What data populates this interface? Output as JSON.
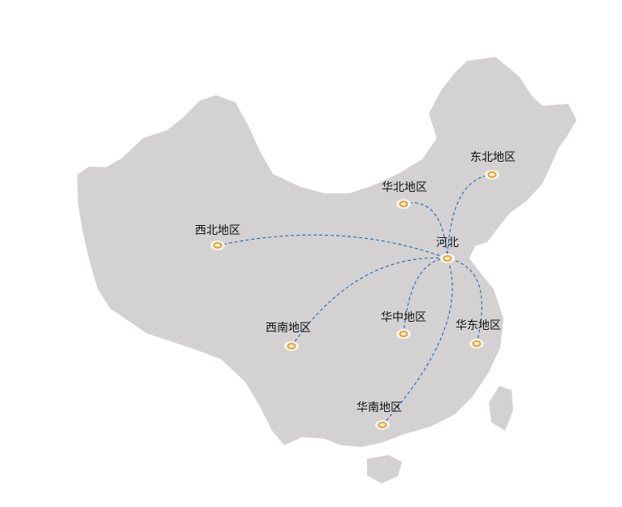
{
  "map": {
    "land_color": "#d3d1d2",
    "line_color": "#2a66b0",
    "marker_color": "#f0a020",
    "center": {
      "id": "hebei",
      "label": "河北"
    },
    "regions": [
      {
        "id": "dongbei",
        "label": "东北地区"
      },
      {
        "id": "huabei",
        "label": "华北地区"
      },
      {
        "id": "xibei",
        "label": "西北地区"
      },
      {
        "id": "xinan",
        "label": "西南地区"
      },
      {
        "id": "huazhong",
        "label": "华中地区"
      },
      {
        "id": "huadong",
        "label": "华东地区"
      },
      {
        "id": "huanan",
        "label": "华南地区"
      }
    ]
  }
}
